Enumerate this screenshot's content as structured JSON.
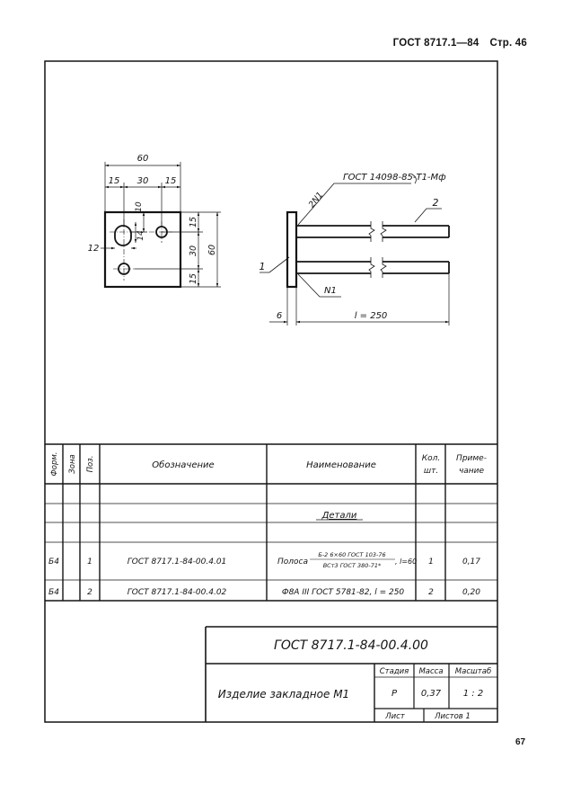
{
  "header": {
    "standard": "ГОСТ 8717.1—84",
    "page": "Стр. 46"
  },
  "page_number": "67",
  "drawing": {
    "plate_view": {
      "dims": {
        "width_total": "60",
        "left": "15",
        "middle": "30",
        "right": "15",
        "hole_offset": "10",
        "hole_height": "14",
        "hole_width": "12",
        "side_top": "15",
        "side_mid": "30",
        "side_bottom": "15",
        "side_total": "60"
      }
    },
    "side_view": {
      "weld_spec": "ГОСТ 14098-85-Т1-Мф",
      "weld_label_top": "2N1",
      "weld_label_bottom": "N1",
      "pos_1": "1",
      "pos_2": "2",
      "thickness": "6",
      "length": "l = 250"
    }
  },
  "spec_table": {
    "headers": {
      "format": "Форм.",
      "zone": "Зона",
      "pos": "Поз.",
      "designation": "Обозначение",
      "name": "Наименование",
      "qty_line1": "Кол.",
      "qty_line2": "шт.",
      "note_line1": "Приме-",
      "note_line2": "чание"
    },
    "section_label": "Детали",
    "rows": [
      {
        "format": "Б4",
        "pos": "1",
        "designation": "ГОСТ 8717.1-84-00.4.01",
        "name_prefix": "Полоса",
        "name_num": "Б-2 6×60 ГОСТ 103-76",
        "name_den": "ВСт3   ГОСТ 380-71*",
        "name_suffix": ", l=60",
        "qty": "1",
        "note": "0,17"
      },
      {
        "format": "Б4",
        "pos": "2",
        "designation": "ГОСТ 8717.1-84-00.4.02",
        "name": "Ф8А III  ГОСТ 5781-82, l = 250",
        "qty": "2",
        "note": "0,20"
      }
    ]
  },
  "title_block": {
    "document_code": "ГОСТ 8717.1-84-00.4.00",
    "item_name": "Изделие закладное М1",
    "stage_label": "Стадия",
    "mass_label": "Масса",
    "scale_label": "Масштаб",
    "stage": "Р",
    "mass": "0,37",
    "scale": "1 : 2",
    "sheet_label": "Лист",
    "sheets_label": "Листов 1"
  }
}
